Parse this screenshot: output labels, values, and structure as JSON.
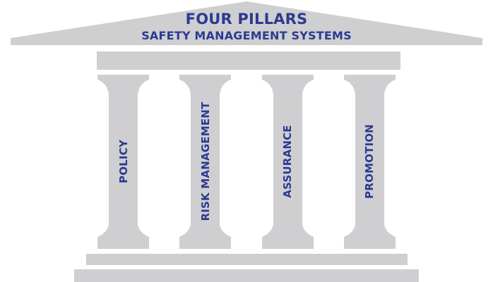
{
  "header": {
    "title": "FOUR PILLARS",
    "subtitle": "SAFETY MANAGEMENT SYSTEMS"
  },
  "pillars": [
    {
      "label": "POLICY"
    },
    {
      "label": "RISK MANAGEMENT"
    },
    {
      "label": "ASSURANCE"
    },
    {
      "label": "PROMOTION"
    }
  ],
  "colors": {
    "stone": "#cfcfd1",
    "text": "#2b3a92"
  }
}
